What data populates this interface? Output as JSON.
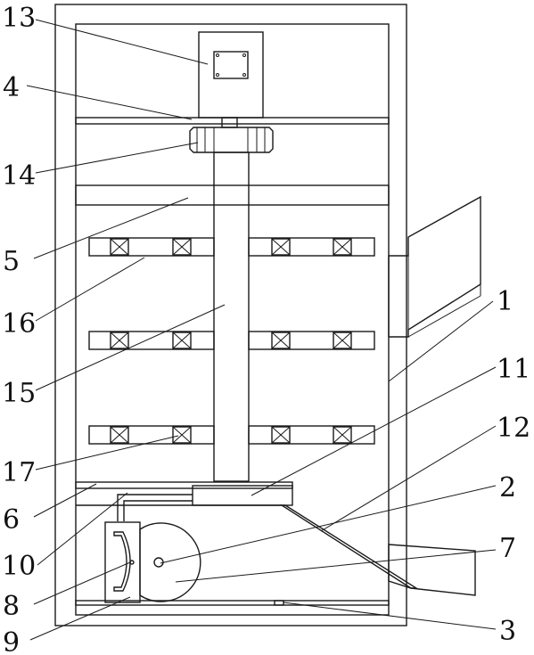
{
  "labels": {
    "l1": "1",
    "l2": "2",
    "l3": "3",
    "l4": "4",
    "l5": "5",
    "l6": "6",
    "l7": "7",
    "l8": "8",
    "l9": "9",
    "l10": "10",
    "l11": "11",
    "l12": "12",
    "l13": "13",
    "l14": "14",
    "l15": "15",
    "l16": "16",
    "l17": "17"
  },
  "colors": {
    "line": "#1a1a1a",
    "background": "#ffffff"
  }
}
